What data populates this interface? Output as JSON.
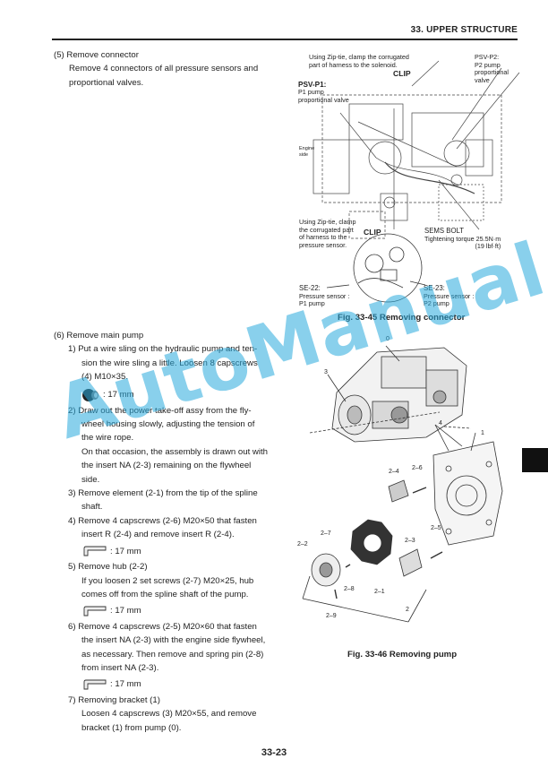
{
  "header": {
    "section_title": "33. UPPER STRUCTURE"
  },
  "step5": {
    "title": "(5)  Remove connector",
    "body_line1": "Remove 4 connectors of all pressure sensors and",
    "body_line2": "proportional valves."
  },
  "fig45": {
    "caption": "Fig. 33-45 Removing connector",
    "zip_top_1": "Using Zip-tie, clamp the corrugated",
    "zip_top_2": "part of harness to the solenoid.",
    "clip_top": "CLIP",
    "psvp2_title": "PSV-P2:",
    "psvp2_1": "P2 pump",
    "psvp2_2": "proportional",
    "psvp2_3": "valve",
    "psvp1_title": "PSV-P1:",
    "psvp1_1": "P1 pump",
    "psvp1_2": "proportional valve",
    "engine_side_1": "Engine",
    "engine_side_2": "side",
    "zip_bot_1": "Using Zip-tie, clamp",
    "zip_bot_2": "the corrugated part",
    "zip_bot_3": "of harness to the",
    "zip_bot_4": "pressure sensor.",
    "clip_bot": "CLIP",
    "sems_title": "SEMS BOLT",
    "sems_1": "Tightening torque 25.5N·m",
    "sems_2": "(19 lbf·ft)",
    "se22_title": "SE-22:",
    "se22_1": "Pressure sensor :",
    "se22_2": "P1 pump",
    "se23_title": "SE-23:",
    "se23_1": "Pressure sensor :",
    "se23_2": "P2 pump"
  },
  "step6": {
    "title": "(6)  Remove main pump",
    "s1_l1": "1)  Put a wire sling on the hydraulic pump and ten-",
    "s1_l2": "sion the wire sling a little. Loosen 8 capscrews",
    "s1_l3": "(4) M10×35.",
    "s1_tool": ": 17 mm",
    "s2_l1": "2)  Draw out the power take-off assy from the fly-",
    "s2_l2": "wheel housing slowly, adjusting the tension of",
    "s2_l3": "the wire rope.",
    "s2_l4": "On that occasion, the assembly is drawn out with",
    "s2_l5": "the insert NA (2-3) remaining on the flywheel",
    "s2_l6": "side.",
    "s3_l1": "3)  Remove element (2-1) from the tip of the spline",
    "s3_l2": "shaft.",
    "s4_l1": "4)  Remove 4 capscrews (2-6) M20×50 that fasten",
    "s4_l2": "insert R (2-4) and remove insert R (2-4).",
    "s4_tool": ": 17 mm",
    "s5_l1": "5)  Remove hub (2-2)",
    "s5_l2": "If you loosen 2 set screws (2-7) M20×25, hub",
    "s5_l3": "comes off from the spline shaft of the pump.",
    "s5_tool": ": 17 mm",
    "s6_l1": "6)  Remove 4 capscrews (2-5) M20×60 that fasten",
    "s6_l2": "the insert NA (2-3) with the engine side flywheel,",
    "s6_l3": "as necessary. Then remove and spring pin (2-8)",
    "s6_l4": "from insert NA (2-3).",
    "s6_tool": ": 17 mm",
    "s7_l1": "7)  Removing bracket (1)",
    "s7_l2": "Loosen 4 capscrews (3) M20×55, and remove",
    "s7_l3": "bracket (1) from pump (0)."
  },
  "fig46": {
    "caption": "Fig. 33-46 Removing pump",
    "labels": {
      "n0": "0",
      "n1": "1",
      "n3": "3",
      "n4": "4",
      "n2_4": "2–4",
      "n2_6": "2–6",
      "n2_7": "2–7",
      "n2_2": "2–2",
      "n2_3": "2–3",
      "n2_5": "2–5",
      "n2_8": "2–8",
      "n2_1": "2–1",
      "n2": "2",
      "n2_9": "2–9"
    }
  },
  "watermark": "AutoManual",
  "footer": {
    "page_number": "33-23"
  }
}
